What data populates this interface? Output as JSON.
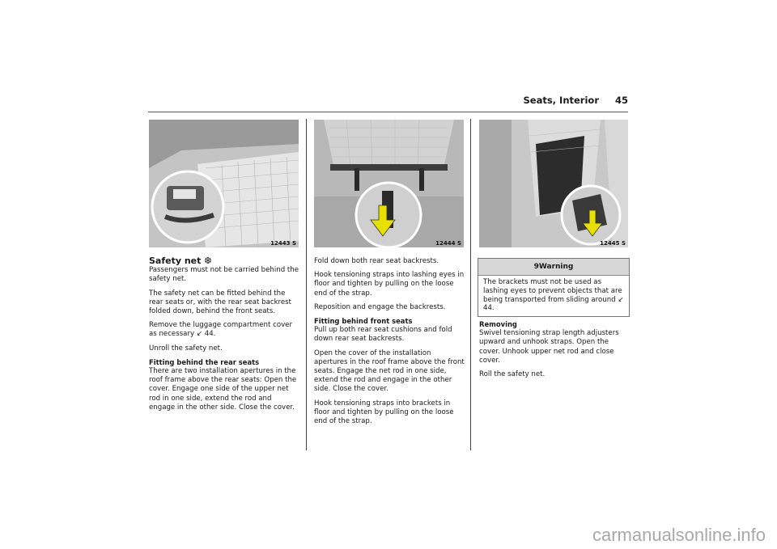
{
  "header": {
    "title": "Seats, Interior",
    "page_number": "45"
  },
  "figures": [
    {
      "code": "12443 S"
    },
    {
      "code": "12444 S"
    },
    {
      "code": "12445 S"
    }
  ],
  "col1": {
    "heading": "Safety net ❆",
    "p1": "Passengers must not be carried behind the safety net.",
    "p2": "The safety net can be fitted behind the rear seats or, with the rear seat backrest folded down, behind the front seats.",
    "p3": "Remove the luggage compartment cover as necessary ↙ 44.",
    "p4": "Unroll the safety net.",
    "sub1": "Fitting behind the rear seats",
    "p5": "There are two installation apertures in the roof frame above the rear seats: Open the cover. Engage one side of the upper net rod in one side, extend the rod and engage in the other side. Close the cover."
  },
  "col2": {
    "p1": "Fold down both rear seat backrests.",
    "p2": "Hook tensioning straps into lashing eyes in floor and tighten by pulling on the loose end of the strap.",
    "p3": "Reposition and engage the backrests.",
    "sub1": "Fitting behind front seats",
    "p4": "Pull up both rear seat cushions and fold down rear seat backrests.",
    "p5": "Open the cover of the installation apertures in the roof frame above the front seats. Engage the net rod in one side, extend the rod and engage in the other side. Close the cover.",
    "p6": "Hook tensioning straps into brackets in floor and tighten by pulling on the loose end of the strap."
  },
  "warning": {
    "title": "9Warning",
    "text": "The brackets must not be used as lashing eyes to prevent objects that are being transported from sliding around ↙ 44."
  },
  "col3": {
    "sub1": "Removing",
    "p1": "Swivel tensioning strap length adjusters upward and unhook straps. Open the cover. Unhook upper net rod and close cover.",
    "p2": "Roll the safety net."
  },
  "watermark": "carmanualsonline.info",
  "colors": {
    "arrow": "#e8e000",
    "figure_bg": "#bcbcbc"
  }
}
